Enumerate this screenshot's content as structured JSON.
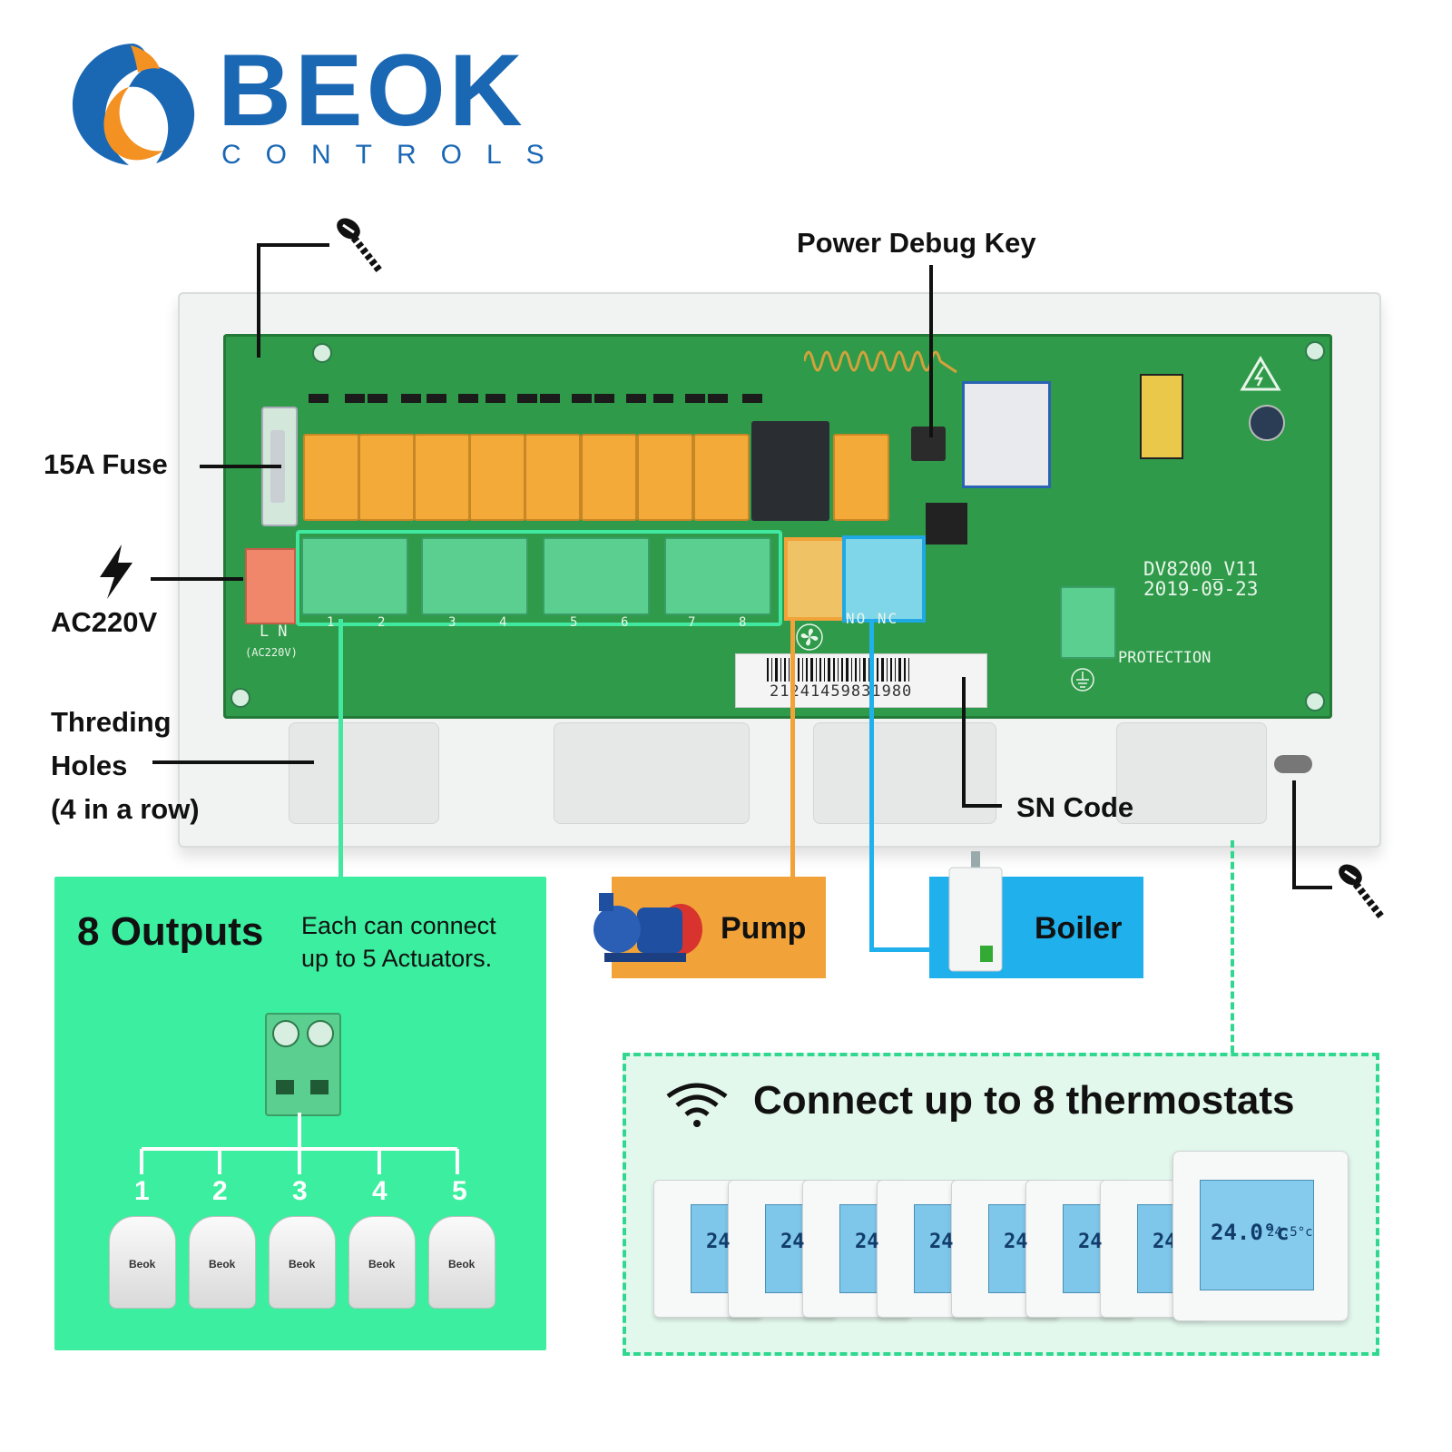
{
  "brand": {
    "name": "BEOK",
    "subtitle": "CONTROLS",
    "colors": {
      "primary": "#1a67b4",
      "accent": "#f39222"
    }
  },
  "labels": {
    "power_debug_key": "Power Debug Key",
    "fuse": "15A Fuse",
    "ac_voltage": "AC220V",
    "threading_holes": [
      "Threding",
      "Holes",
      "(4 in a row)"
    ],
    "sn_code": "SN Code"
  },
  "board": {
    "model": "DV8200_V11",
    "date": "2019-09-23",
    "protection": "PROTECTION",
    "ln": "LN",
    "ac_marking": "(AC220V)",
    "no_nc": "NO NC",
    "output_numbers": [
      "1",
      "2",
      "3",
      "4",
      "5",
      "6",
      "7",
      "8"
    ],
    "serial": "21241459831980"
  },
  "outputs_panel": {
    "title": "8 Outputs",
    "description": "Each can connect\nup to 5 Actuators.",
    "actuator_numbers": [
      "1",
      "2",
      "3",
      "4",
      "5"
    ],
    "actuator_brand": "Beok",
    "color": "#3cee9f"
  },
  "pump": {
    "label": "Pump",
    "color": "#f1a339"
  },
  "boiler": {
    "label": "Boiler",
    "color": "#20b0ec"
  },
  "thermostats_panel": {
    "title": "Connect up to 8 thermostats",
    "icon": "wifi-icon",
    "count": 8,
    "display_temp": "24.0°c",
    "set_temp": "24.5°c",
    "partial_temp": "24"
  },
  "icons": {
    "bolt": "lightning-bolt-icon",
    "screw": "screw-icon",
    "ground": "ground-icon",
    "fan": "fan-icon"
  }
}
